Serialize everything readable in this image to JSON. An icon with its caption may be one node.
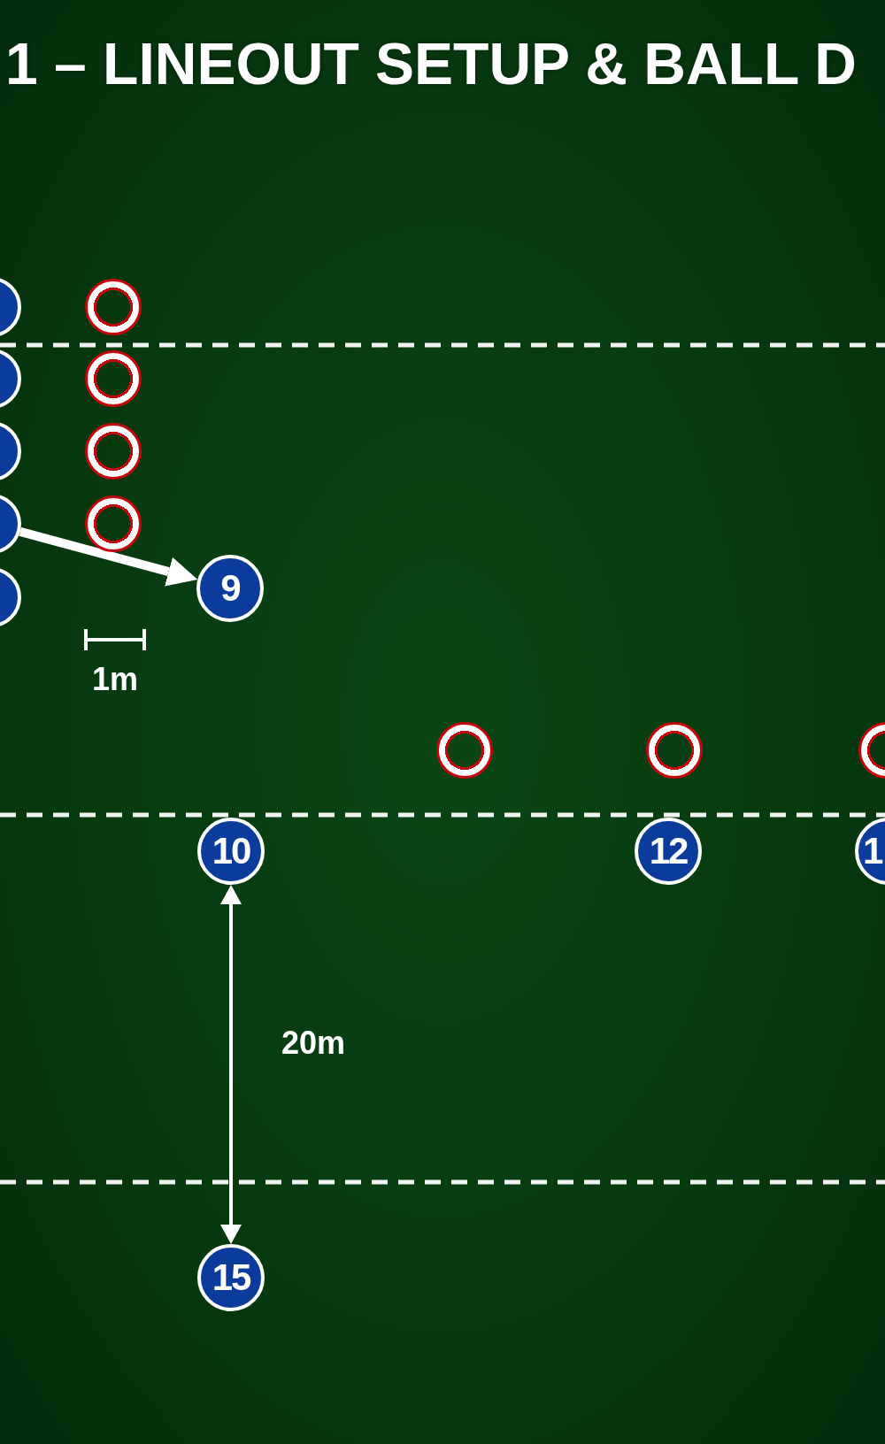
{
  "diagram": {
    "title": "1 – LINEOUT SETUP & BALL D",
    "nodes": [
      {
        "text": [],
        "shape": "circle"
      },
      {
        "text": [],
        "shape": "circle"
      },
      {
        "text": [],
        "shape": "circle"
      },
      {
        "text": [],
        "shape": "circle"
      },
      {
        "text": [],
        "shape": "circle"
      },
      {
        "text": [],
        "shape": "circle"
      },
      {
        "text": [],
        "shape": "circle"
      },
      {
        "text": [],
        "shape": "circle"
      },
      {
        "text": [],
        "shape": "circle"
      },
      {
        "text": [
          "9"
        ]
      },
      {
        "text": [],
        "shape": "circle"
      },
      {
        "text": [],
        "shape": "circle"
      },
      {
        "text": [],
        "shape": "circle"
      },
      {
        "text": [
          "10"
        ]
      },
      {
        "text": [
          "12"
        ]
      },
      {
        "text": [
          "1"
        ]
      },
      {
        "text": [
          "15"
        ]
      }
    ],
    "edges": [
      {
        "from": 6,
        "to": 9,
        "arrow": "to",
        "style": "thick"
      },
      {
        "from": 13,
        "to": 16,
        "arrow": "both",
        "label": "20m"
      }
    ],
    "labels": [
      "1m"
    ]
  }
}
